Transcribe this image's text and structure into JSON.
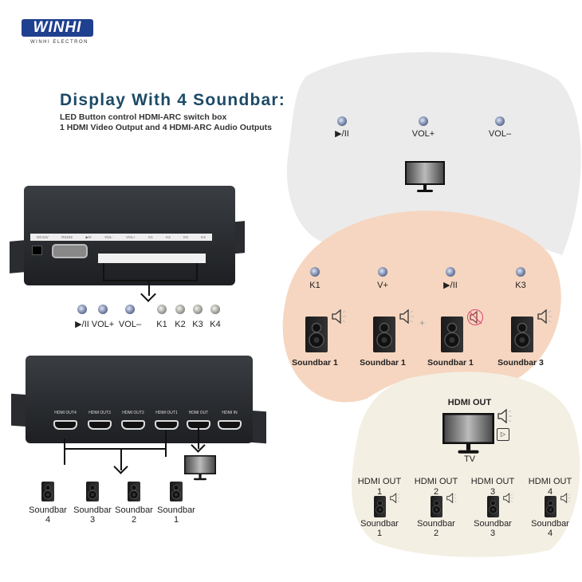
{
  "brand": {
    "logo": "WINHI",
    "tagline": "WINHI ELECTRON"
  },
  "header": {
    "title": "Display With 4 Soundbar:",
    "subtitle1": "LED Button control HDMI-ARC switch box",
    "subtitle2": "1 HDMI Video Output and 4 HDMI-ARC Audio Outputs"
  },
  "colors": {
    "title": "#1d4a66",
    "logo": "#1f3f8f",
    "grey_zone": "#ebebeb",
    "peach_zone": "#f6d6c0",
    "cream_zone": "#f4efe3"
  },
  "device_top": {
    "labels": [
      "DC12V",
      "RS232",
      "▶/II",
      "VOL-",
      "VOL+",
      "K1",
      "K2",
      "K3",
      "K4"
    ]
  },
  "buttons_row": [
    {
      "label": "▶/II"
    },
    {
      "label": "VOL+"
    },
    {
      "label": "VOL–"
    },
    {
      "label": "K1"
    },
    {
      "label": "K2"
    },
    {
      "label": "K3"
    },
    {
      "label": "K4"
    }
  ],
  "device_bottom": {
    "ports": [
      "HDMI OUT4",
      "HDMI OUT3",
      "HDMI OUT2",
      "HDMI OUT1",
      "HDMI OUT",
      "HDMI IN"
    ]
  },
  "left_soundbars": [
    {
      "name": "Soundbar",
      "num": "4"
    },
    {
      "name": "Soundbar",
      "num": "3"
    },
    {
      "name": "Soundbar",
      "num": "2"
    },
    {
      "name": "Soundbar",
      "num": "1"
    }
  ],
  "grey_zone": {
    "buttons": [
      "▶/II",
      "VOL+",
      "VOL–"
    ]
  },
  "peach_zone": {
    "buttons": [
      "K1",
      "V+",
      "▶/II",
      "K3"
    ],
    "soundbars": [
      "Soundbar 1",
      "Soundbar 1",
      "Soundbar 1",
      "Soundbar 3"
    ],
    "plus": "+"
  },
  "cream_zone": {
    "top_label": "HDMI OUT",
    "tv_label": "TV",
    "outputs": [
      {
        "out": "HDMI OUT",
        "num": "1",
        "name": "Soundbar",
        "sn": "1"
      },
      {
        "out": "HDMI OUT",
        "num": "2",
        "name": "Soundbar",
        "sn": "2"
      },
      {
        "out": "HDMI OUT",
        "num": "3",
        "name": "Soundbar",
        "sn": "3"
      },
      {
        "out": "HDMI OUT",
        "num": "4",
        "name": "Soundbar",
        "sn": "4"
      }
    ]
  }
}
